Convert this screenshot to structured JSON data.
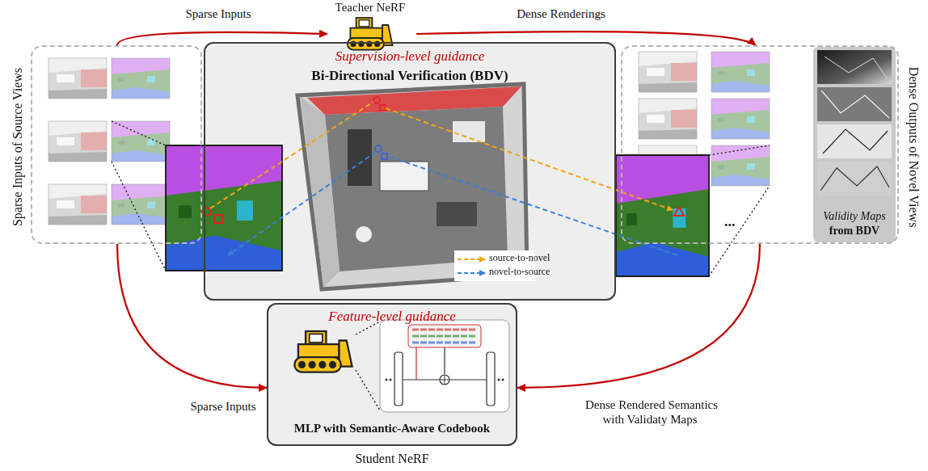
{
  "diagram": {
    "nodes": [
      {
        "text": [
          "Sparse Inputs of Source Views"
        ]
      },
      {
        "text": [
          "Teacher NeRF"
        ]
      },
      {
        "text": [
          "Supervision-level guidance",
          "Bi-Directional Verification (BDV)"
        ]
      },
      {
        "text": [
          "Dense Outputs of Novel Views"
        ]
      },
      {
        "text": [
          "Validity Maps",
          "from BDV"
        ],
        "in": 3
      },
      {
        "text": [
          "Feature-level guidance",
          "MLP with Semantic-Aware Codebook",
          "Student NeRF"
        ]
      }
    ],
    "edges": [
      {
        "from": 0,
        "to": 1,
        "arrow": "to",
        "label": "Sparse Inputs"
      },
      {
        "from": 1,
        "to": 3,
        "arrow": "to",
        "label": "Dense Renderings"
      },
      {
        "from": 0,
        "to": 5,
        "arrow": "to",
        "label": "Sparse Inputs"
      },
      {
        "from": 3,
        "to": 5,
        "arrow": "to",
        "label": "Dense Rendered Semantics with Validaty Maps"
      }
    ],
    "labels": [
      "..."
    ],
    "legend": [
      {
        "text": "source-to-novel"
      },
      {
        "text": "novel-to-source"
      }
    ]
  }
}
